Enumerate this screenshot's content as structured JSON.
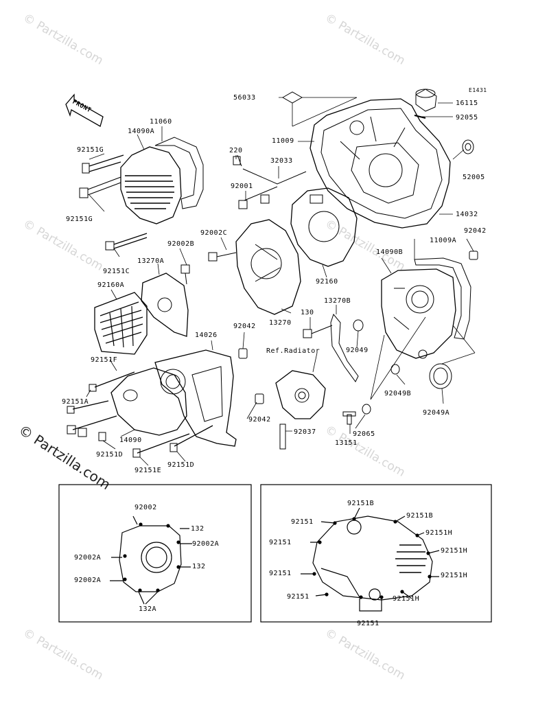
{
  "diagram_code": "E1431",
  "front_label": "FRONT",
  "ref_note": "Ref.Radiator",
  "watermark": "© Partzilla.com",
  "callouts": {
    "c56033": "56033",
    "c16115": "16115",
    "c92055": "92055",
    "c11009": "11009",
    "c52005": "52005",
    "c14032": "14032",
    "c11060": "11060",
    "c14090A": "14090A",
    "c92151G_a": "92151G",
    "c92151G_b": "92151G",
    "c220": "220",
    "c32033": "32033",
    "c92001": "92001",
    "c92002C": "92002C",
    "c92002B": "92002B",
    "c92151C": "92151C",
    "c13270A": "13270A",
    "c92160A": "92160A",
    "c92160": "92160",
    "c13270": "13270",
    "c11009A": "11009A",
    "c92042_a": "92042",
    "c14090B": "14090B",
    "c13270B": "13270B",
    "c130": "130",
    "c92049": "92049",
    "c92042_b": "92042",
    "c14026": "14026",
    "c92151F": "92151F",
    "c92151A": "92151A",
    "c14090": "14090",
    "c92151D_a": "92151D",
    "c92151E": "92151E",
    "c92151D_b": "92151D",
    "c92042_c": "92042",
    "c92049B": "92049B",
    "c92049A": "92049A",
    "c92037": "92037",
    "c92065": "92065",
    "c13151": "13151"
  },
  "left_inset": {
    "c92002": "92002",
    "c132_a": "132",
    "c92002A_r": "92002A",
    "c92002A_l1": "92002A",
    "c132_b": "132",
    "c92002A_l2": "92002A",
    "c132A": "132A"
  },
  "right_inset": {
    "c92151B_t": "92151B",
    "c92151_1": "92151",
    "c92151B_r": "92151B",
    "c92151H_1": "92151H",
    "c92151_2": "92151",
    "c92151H_2": "92151H",
    "c92151_3": "92151",
    "c92151H_3": "92151H",
    "c92151_4": "92151",
    "c92151H_4": "92151H",
    "c92151_b": "92151"
  }
}
